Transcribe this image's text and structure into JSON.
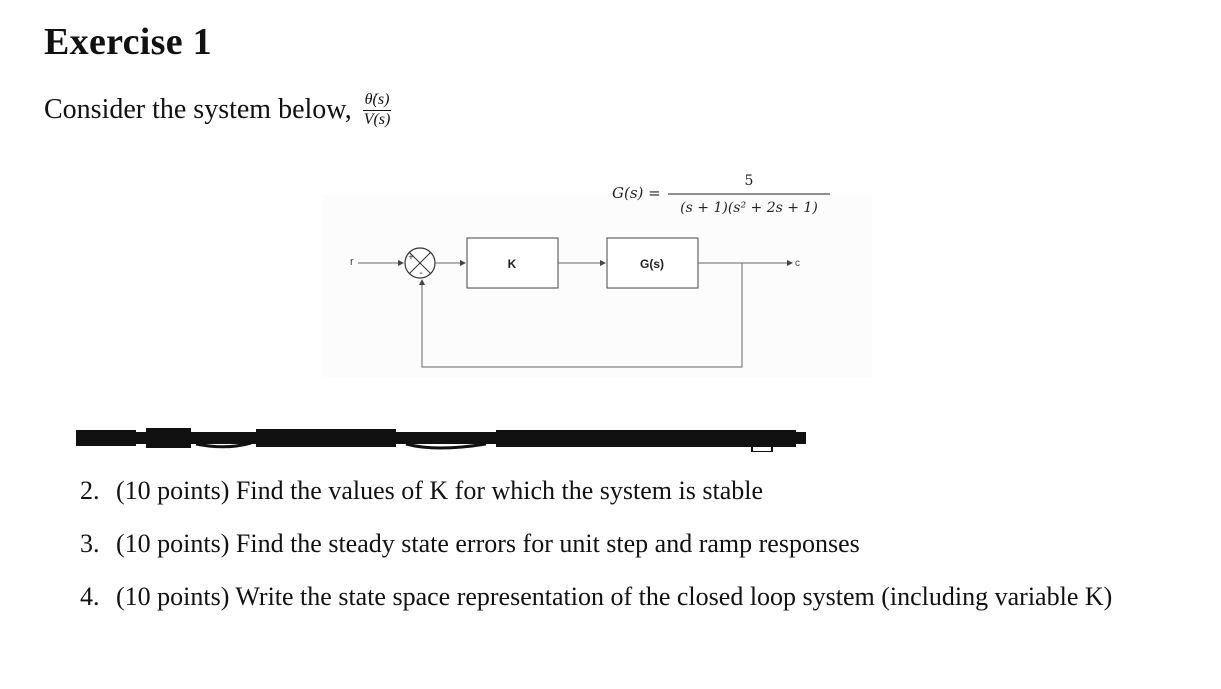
{
  "heading": "Exercise 1",
  "intro": {
    "text": "Consider the system below,",
    "fraction_numerator": "θ̇(s)",
    "fraction_denominator": "V(s)"
  },
  "diagram": {
    "transfer_function": {
      "lhs": "G(s) =",
      "numerator": "5",
      "denominator": "(s + 1)(s² + 2s + 1)"
    },
    "input_label": "r",
    "output_label": "c",
    "summing_plus": "+",
    "summing_minus": "-",
    "block_k": "K",
    "block_g": "G(s)"
  },
  "questions": [
    {
      "number": "2.",
      "text": "(10 points) Find the values of K for which the system is stable"
    },
    {
      "number": "3.",
      "text": "(10 points) Find the steady state errors for unit step and ramp responses"
    },
    {
      "number": "4.",
      "text": "(10 points) Write the state space representation of the closed loop system (including variable K)"
    }
  ]
}
